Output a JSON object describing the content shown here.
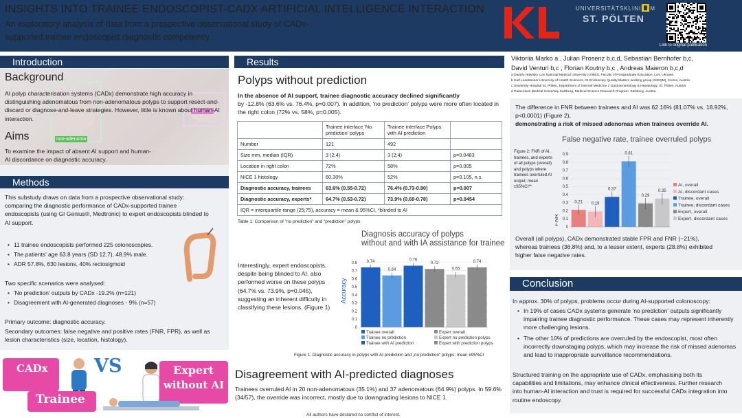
{
  "header": {
    "title": "INSIGHTS INTO TRAINEE ENDOSCOPIST-CADX ARTIFICIAL INTELLIGENCE INTERACTION",
    "subtitle": "An exploratory analysis of data from a prospective observational study of CADx-supported trainee endoscopist diagnostic competency.",
    "logo_uni": "UNIVERSITÄTSKLINIKUM",
    "logo_stp": "ST. PÖLTEN",
    "qr_caption": "Link to original publication"
  },
  "authors": {
    "line1": "Viktoriia Marko a , Julian Prosenz b,c,d, Sebastian Bernhofer b,c,",
    "line2": "David Venturi b,c , Florian Koutny b,c , Andreas Maieron b,c,d",
    "affiliations": [
      "a Danylo Halytsky Lviv National Medical University (LNMU), Faculty of Postgraduate Education, Lviv, Ukraine.",
      "b Karl Landsteiner University of Health Sciences, GI Endoscopy Quality Matters working group (GIEQM), Krems, Austria",
      "c University Hospital St. Pölten, Department of Internal Medicine 2 Gastroenterology & Hepatology, St. Pölten, Austria",
      "d Paracelsus Medical University Salzburg, Medical Science Research Program, Salzburg, Austria"
    ]
  },
  "intro": {
    "heading": "Introduction",
    "background_h": "Background",
    "background_text": "AI polyp characterisation systems (CADx) demonstrate high accuracy in distinguishing adenomatous from non-adenomatous polyps to support resect-and-discard or diagnose-and-leave strategies. However, little is known about human-AI interaction.",
    "img_label1": "non-adenoma",
    "img_label2": "adenoma",
    "aims_h": "Aims",
    "aims_text": "To examine the impact of absent AI support and human-AI discordance on diagnostic accuracy."
  },
  "methods": {
    "heading": "Methods",
    "p1": "This substudy draws on data from a prospective observational study: comparing the diagnostic performance of CADx-supported trainee endoscopists (using GI Genius®, Medtronic) to expert endoscopists blinded to AI support.",
    "bullets1": [
      "11 trainee endoscopists performed 225 colonoscopies.",
      "The patients' age 63.8 years (SD 12.7), 48.9% male.",
      "ADR 57.8%, 630 lesions, 40% rectosigmoid"
    ],
    "p2": "Two specific scenarios were analysed:",
    "bullets2": [
      "'No prediction' outputs by CADx -19.2% (n=121)",
      "Disagreement with AI-generated diagnoses - 9% (n=57)"
    ],
    "p3": "Primary outcome: diagnostic accuracy.",
    "p4": "Secondary outcomes: false negative and positive rates (FNR, FPR), as well as lesion characteristics (size, location, histology).",
    "illus_cadx": "CADx",
    "illus_vs": "VS",
    "illus_trainee": "Trainee",
    "illus_expert1": "Expert",
    "illus_expert2": "without AI"
  },
  "results": {
    "heading": "Results",
    "sub1": "Polyps without prediction",
    "lead_bold": "In the absence of AI support, trainee diagnostic accuracy declined significantly",
    "lead_rest": "by -12.8%  (63.6% vs. 76.4%, p=0.007). In addition, 'no prediction' polyps were more often located in the right colon (72% vs. 58%, p=0.005).",
    "table": {
      "header": [
        "",
        "Trainee interface 'No prediction' polyps",
        "Trainee interface Polyps with AI prediction",
        ""
      ],
      "rows": [
        {
          "cells": [
            "Number",
            "121",
            "492",
            ""
          ],
          "bold": false
        },
        {
          "cells": [
            "Size mm, median (IQR)",
            "3 (2;4)",
            "3 (2;4)",
            "p=0.0483"
          ],
          "bold": false
        },
        {
          "cells": [
            "Location in right colon",
            "72%",
            "58%",
            "p=0.005"
          ],
          "bold": false
        },
        {
          "cells": [
            "NICE 1 histology",
            "60.30%",
            "52%",
            "p=0.105, n.s."
          ],
          "bold": false
        },
        {
          "cells": [
            "Diagnostic accuracy, trainees",
            "63.6% (0.55-0.72)",
            "76.4% (0.73-0.80)",
            "p=0.007"
          ],
          "bold": true
        },
        {
          "cells": [
            "Diagnostic accuracy, experts*",
            "64.7% (0.53-0.72)",
            "73.9% (0.69-0.78)",
            "p=0.0454"
          ],
          "bold": true
        }
      ],
      "footnote": "IQR = interquartile range (25;75), accuracy = mean & 95%CI, *blinded to AI",
      "caption": "Table 1: Comparison of \"no prediction\" and \"prediction\" polyps"
    },
    "expert_text": "Interestingly, expert endoscopists, despite being blinded to AI, also performed worse on these polyps (64.7% vs. 73.9%, p=0.045), suggesting an inherent difficulty in classifying these lesions. (Figure 1)",
    "fig1_caption": "Figure 1: Diagnostic accuracy in polyps  with AI prediction and „no prediction\" polyps; mean ±95%CI",
    "sub2": "Disagreement with AI-predicted diagnoses",
    "disagree_text": "Trainees overruled AI in 20 non-adenomatous (35.1%) and 37 adenomatous (64.9%) polyps. In 59.6% (34/57), the override was incorrect, mostly due to downgrading lesions to NICE 1."
  },
  "right": {
    "fnr_text_normal": "The difference in FNR between trainees and AI was 62.16% (81.07% vs. 18.92%, p<0.0001) (Figure 2),",
    "fnr_text_bold": "demonstrating a risk of missed adenomas when trainees override AI.",
    "fig2_caption": "Figure 2: FNR of AI, trainees, and experts of all polyps (overall) and polyps where trainees overruled AI output; mean ±95%CI**",
    "overall_text": "Overall (all polyps), CADx demonstrated stable FPR and FNR (~21%), whereas trainees (36.8%) and, to a lesser extent, experts (28.8%) exhibited higher false negative rates.",
    "conclusion_h": "Conclusion",
    "concl_p1": "In approx. 30% of polyps, problems occur during AI-supported colonoscopy:",
    "concl_bullets": [
      "In 19% of cases CADx systems generate 'no prediction' outputs significantly impairing trainee diagnostic performance. These cases may represent inherently more challenging lesions.",
      "The other 10% of predictions are overruled by the endoscopist, most often incorrectly downstaging polyps, which may increase the risk of missed adenomas and lead to inappropriate surveillance recommendations."
    ],
    "concl_p2": "Structured training on the appropriate use of CADx, emphasising both its capabilities and limitations, may enhance clinical effectiveness.  Further research into human-AI interaction and trust is required for successful CADx integration into routine endoscopy."
  },
  "footer": "All authors have declared no conflict of interest.",
  "colors": {
    "navy": "#1d3a63",
    "logo_red": "#e1251b",
    "bar_dark_blue": "#1f5fbf",
    "bar_light_blue": "#5b9be0",
    "bar_grey": "#8a8a8a",
    "bar_light_grey": "#c8c8c8",
    "bar_red": "#e88080",
    "bar_pink": "#f3b7b7"
  },
  "chart_data": [
    {
      "type": "bar",
      "title": "Diagnosis accuracy of polyps without and with IA assistance for trainees",
      "ylabel": "Accuracy",
      "ylim": [
        0,
        0.9
      ],
      "yticks": [
        0,
        0.1,
        0.2,
        0.3,
        0.4,
        0.5,
        0.6,
        0.7,
        0.8
      ],
      "series": [
        {
          "name": "Trainee overall",
          "value": 0.74,
          "color": "#1f5fbf"
        },
        {
          "name": "Trainee no prediction",
          "value": 0.64,
          "color": "#5b9be0"
        },
        {
          "name": "Trainee with AI prediction",
          "value": 0.76,
          "color": "#1f5fbf"
        },
        {
          "name": "Expert overall",
          "value": 0.72,
          "color": "#8a8a8a"
        },
        {
          "name": "Expert no prediction polyps",
          "value": 0.65,
          "color": "#c8c8c8"
        },
        {
          "name": "Expert with prediction polyps",
          "value": 0.74,
          "color": "#8a8a8a"
        }
      ],
      "legend": "bottom"
    },
    {
      "type": "bar",
      "title": "False negative rate, trainee overruled polyps",
      "ylabel": "FNR",
      "ylim": [
        0,
        0.9
      ],
      "yticks": [
        0,
        0.1,
        0.2,
        0.3,
        0.4,
        0.5,
        0.6,
        0.7,
        0.8,
        0.9
      ],
      "series": [
        {
          "name": "AI, overall",
          "value": 0.21,
          "color": "#e88080"
        },
        {
          "name": "AI, discordant cases",
          "value": 0.19,
          "color": "#f3b7b7"
        },
        {
          "name": "Trainee, overall",
          "value": 0.37,
          "color": "#1f5fbf"
        },
        {
          "name": "Trainee, discordant cases",
          "value": 0.81,
          "color": "#5b9be0"
        },
        {
          "name": "Expert, overall",
          "value": 0.29,
          "color": "#8a8a8a"
        },
        {
          "name": "Expert, discordant cases",
          "value": 0.35,
          "color": "#c8c8c8"
        }
      ],
      "legend": "right"
    }
  ]
}
